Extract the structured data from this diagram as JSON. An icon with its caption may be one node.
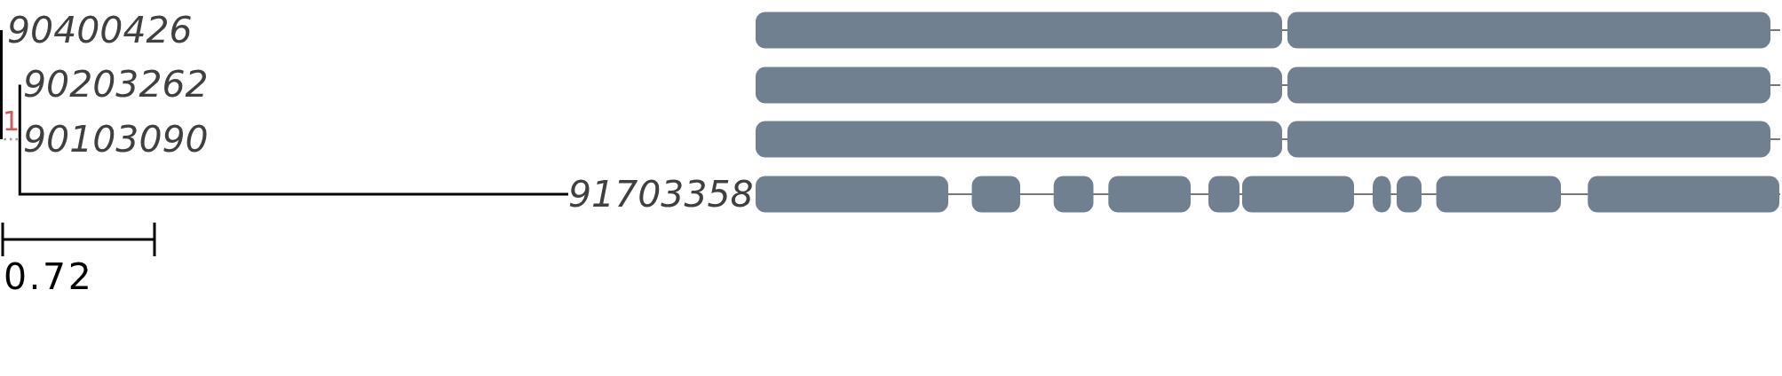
{
  "diagram": {
    "nodes": [
      {
        "text": [
          "90400426"
        ]
      },
      {
        "text": [
          "90203262"
        ]
      },
      {
        "text": [
          "90103090"
        ]
      },
      {
        "text": [
          "91703358"
        ]
      }
    ],
    "edges": [
      {
        "from": 0,
        "to": 2,
        "arrow": "none"
      },
      {
        "from": 1,
        "to": 2,
        "arrow": "none"
      },
      {
        "from": 2,
        "to": 3,
        "arrow": "none"
      }
    ],
    "labels": [
      "1",
      "0.72"
    ]
  }
}
